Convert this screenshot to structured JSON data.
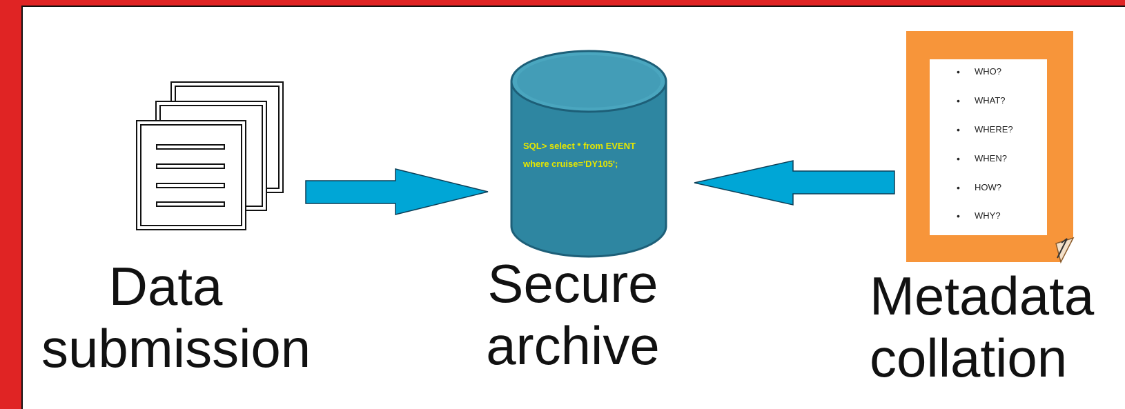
{
  "captions": {
    "data_submission": [
      "Data",
      "submission"
    ],
    "secure_archive": [
      "Secure",
      "archive"
    ],
    "metadata_collation": [
      "Metadata",
      "collation"
    ]
  },
  "database": {
    "sql_lines": [
      "SQL> select * from EVENT",
      "where cruise='DY105';"
    ]
  },
  "metadata_sheet": {
    "questions": [
      "WHO?",
      "WHAT?",
      "WHERE?",
      "WHEN?",
      "HOW?",
      "WHY?"
    ]
  },
  "colors": {
    "frame": "#e02424",
    "arrow": "#00a6d6",
    "cylinder": "#2e86a1",
    "cylinder_top": "#4aa6bf",
    "sql_text": "#e6e600",
    "metadata_border": "#f7953a"
  },
  "icons": {
    "documents": "stacked-documents-icon",
    "database": "database-cylinder-icon",
    "arrow_right": "arrow-right-icon",
    "arrow_left": "arrow-left-icon",
    "metadata": "metadata-sheet-icon"
  }
}
